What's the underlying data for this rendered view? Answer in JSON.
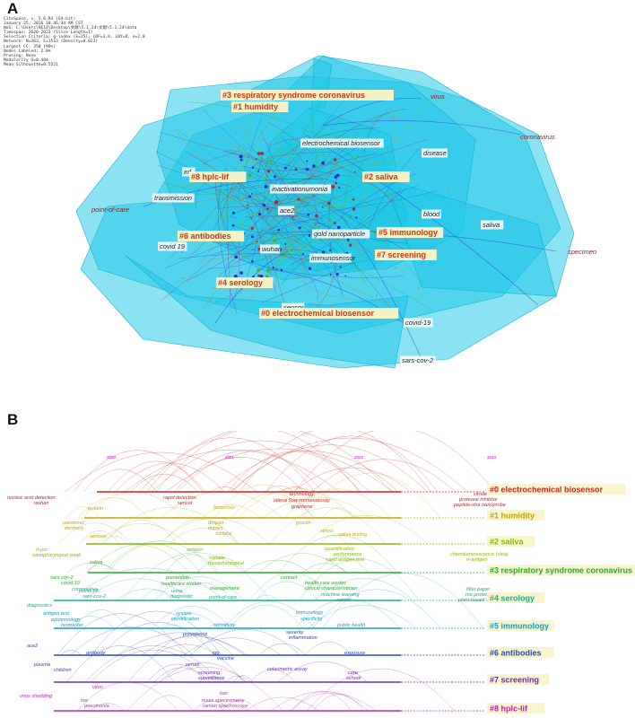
{
  "panels": {
    "a": "A",
    "b": "B"
  },
  "meta_lines": [
    "CiteSpace, v. 5.6.R4 (64-bit)",
    "January 25, 2016 10:46:34 AM CST",
    "WoS: C:\\Users\\9E14\\Desktop\\文献\\5.1.24\\文献\\5.1.24\\data",
    "Timespan: 2020-2023 (Slice Length=1)",
    "Selection Criteria: g-index (k=25), LRF=3.0, LBY=8, e=2.0",
    "Network: N=363, E=1513 (Density=0.023)",
    "Largest CC: 350 (96%)",
    "Nodes Labeled: 2.0%",
    "Pruning: None",
    "Modularity Q=0.484",
    "Mean Silhouette=0.5521"
  ],
  "network": {
    "cluster_labels": [
      "#3 respiratory syndrome coronavirus",
      "#1 humidity",
      "#8 hplc-lif",
      "#2 saliva",
      "#6 antibodies",
      "#5 immunology",
      "#7 screening",
      "#4 serology",
      "#0 electrochemical biosensor"
    ],
    "keywords": [
      "virus",
      "coronavirus",
      "electrochemical biosensor",
      "disease",
      "inf",
      "transmission",
      "inactivationumonia",
      "point-of-care",
      "ace2",
      "blood",
      "saliva",
      "gold nanoparticle",
      "wuhan",
      "covid 19",
      "immunosensor",
      "specimen",
      "sensor",
      "covid-19",
      "sars-cov-2"
    ]
  },
  "timeline": {
    "years": [
      "2020",
      "2021",
      "2022",
      "2023"
    ],
    "clusters": [
      {
        "label": "#0 electrochemical biosensor",
        "color": "#d62020",
        "keywords": [
          "nucleic acid detection",
          "wuhan",
          "rapid detection",
          "sensor",
          "technology",
          "lateral flow immunoassay",
          "graphene",
          "citrate",
          "protease inhibitor",
          "peptide-dna nanoprobe"
        ]
      },
      {
        "label": "#1 humidity",
        "color": "#c9a400",
        "keywords": [
          "protein",
          "biosensor",
          "pandemic",
          "dentistry",
          "droplet",
          "impact",
          "surface",
          "growth",
          "aerosol",
          "stress",
          "saliva testing"
        ]
      },
      {
        "label": "#2 saliva",
        "color": "#86b80c",
        "keywords": [
          "rt-pcr",
          "nasopharyngeal swab",
          "antigen",
          "sample",
          "nasopharyngeal",
          "quantification",
          "performance",
          "rapid antigen test",
          "chemiluminescence (clea)",
          "n-antigen"
        ]
      },
      {
        "label": "#3 respiratory syndrome coronavirus",
        "color": "#2aa82a",
        "keywords": [
          "saliva",
          "sars cov-2",
          "covid 19",
          "prevention",
          "healthcare worker",
          "management",
          "contact",
          "health care worker",
          "clinical characteristics"
        ]
      },
      {
        "label": "#4 serology",
        "color": "#18b088",
        "keywords": [
          "diagnostics",
          "coronavirus",
          "urine",
          "diagnostic",
          "point-of-care",
          "covid-19",
          "sars-cov-2",
          "ser",
          "machine learning",
          "variant",
          "filter paper",
          "me protection",
          "plant-based antibody"
        ]
      },
      {
        "label": "#5 immunology",
        "color": "#15a0c0",
        "keywords": [
          "antigen test",
          "epidemiology",
          "biomarker",
          "system",
          "identification",
          "sensitivity",
          "immunology",
          "specificity",
          "public health"
        ]
      },
      {
        "label": "#6 antibodies",
        "color": "#2a4ab8",
        "keywords": [
          "prevalence",
          "severity",
          "inflammation",
          "ace2",
          "antibody",
          "igg",
          "vaccine",
          "exposure"
        ]
      },
      {
        "label": "#7 screening",
        "color": "#6a2ab8",
        "keywords": [
          "plasma",
          "children",
          "serum",
          "screening",
          "surveillance",
          "colorimetric assay",
          "care",
          "school"
        ]
      },
      {
        "label": "#8 hplc-lif",
        "color": "#c020b8",
        "keywords": [
          "virus",
          "virus shedding",
          "ma",
          "pneumonia",
          "lser",
          "mass spectrometry",
          "raman spectroscopy"
        ]
      }
    ]
  }
}
